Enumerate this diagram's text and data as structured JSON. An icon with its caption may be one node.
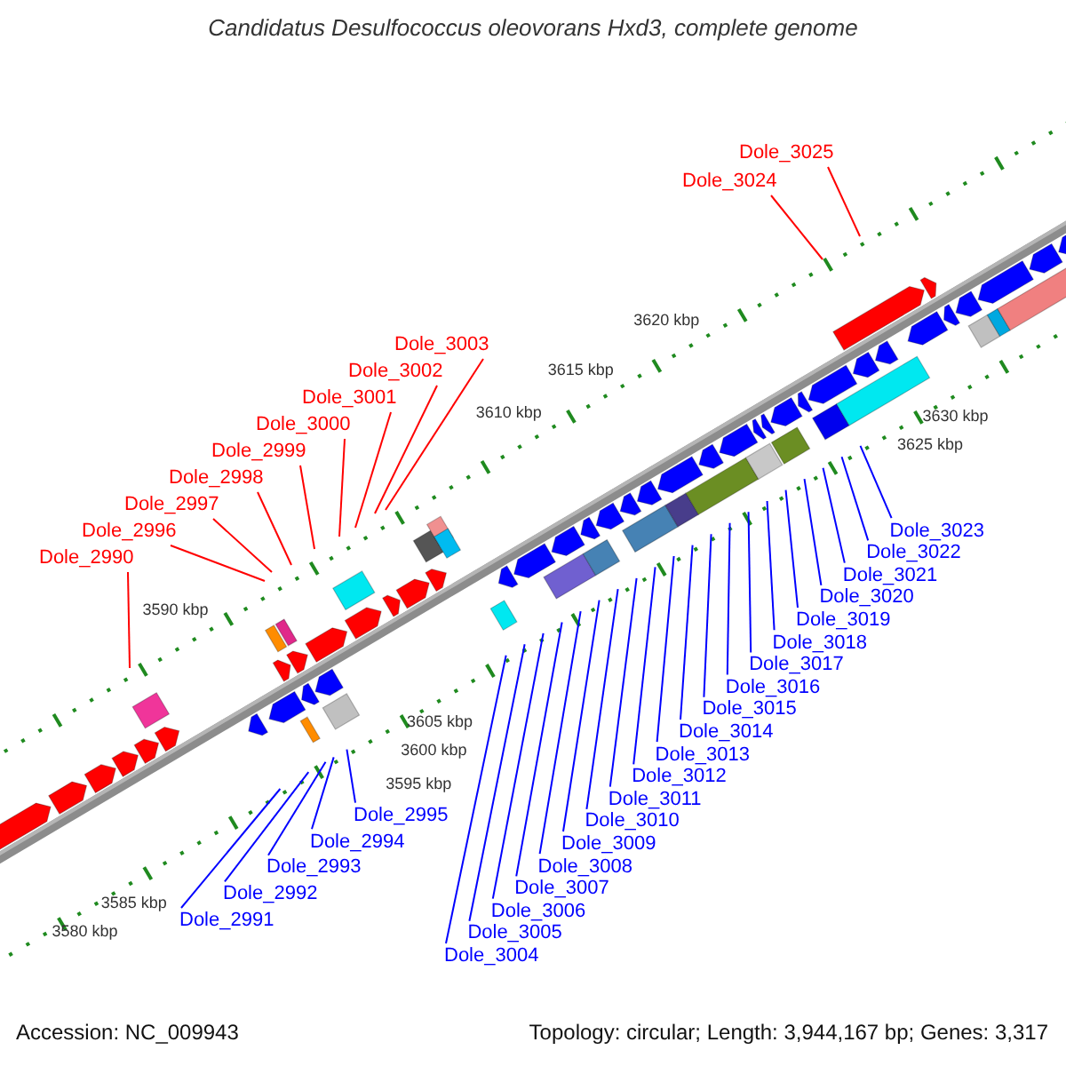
{
  "diagram": {
    "title": "Candidatus Desulfococcus oleovorans Hxd3, complete genome",
    "nodes": [
      {
        "text": [
          "Dole_3025"
        ]
      },
      {
        "text": [
          "Dole_3024"
        ]
      },
      {
        "text": [
          "Dole_3003"
        ]
      },
      {
        "text": [
          "Dole_3002"
        ]
      },
      {
        "text": [
          "Dole_3001"
        ]
      },
      {
        "text": [
          "Dole_3000"
        ]
      },
      {
        "text": [
          "Dole_2999"
        ]
      },
      {
        "text": [
          "Dole_2998"
        ]
      },
      {
        "text": [
          "Dole_2997"
        ]
      },
      {
        "text": [
          "Dole_2996"
        ]
      },
      {
        "text": [
          "Dole_2990"
        ]
      },
      {
        "text": [
          "Dole_3023"
        ]
      },
      {
        "text": [
          "Dole_3022"
        ]
      },
      {
        "text": [
          "Dole_3021"
        ]
      },
      {
        "text": [
          "Dole_3018"
        ]
      },
      {
        "text": [
          "Dole_3015"
        ]
      },
      {
        "text": [
          "Dole_3019"
        ]
      },
      {
        "text": [
          "Dole_3012"
        ]
      },
      {
        "text": [
          "Dole_3016"
        ]
      },
      {
        "text": [
          "Dole_3010"
        ]
      },
      {
        "text": [
          "Dole_3013"
        ]
      },
      {
        "text": [
          "Dole_3017"
        ]
      },
      {
        "text": [
          "Dole_3011"
        ]
      },
      {
        "text": [
          "Dole_3014"
        ]
      },
      {
        "text": [
          "Dole_3007"
        ]
      },
      {
        "text": [
          "Dole_3020"
        ]
      },
      {
        "text": [
          "Dole_3006"
        ]
      },
      {
        "text": [
          "Dole_3008"
        ]
      },
      {
        "text": [
          "Dole_3005"
        ]
      },
      {
        "text": [
          "Dole_3009"
        ]
      },
      {
        "text": [
          "Dole_3004"
        ]
      },
      {
        "text": [
          "Dole_2995"
        ]
      },
      {
        "text": [
          "Dole_2994"
        ]
      },
      {
        "text": [
          "Dole_2993"
        ]
      },
      {
        "text": [
          "Dole_2992"
        ]
      },
      {
        "text": [
          "Dole_2991"
        ]
      }
    ],
    "edges": [
      {
        "from": 0,
        "to": null,
        "arrow": "none",
        "color": "#ff0000"
      },
      {
        "from": 1,
        "to": null,
        "arrow": "none",
        "color": "#ff0000"
      },
      {
        "from": 2,
        "to": null,
        "arrow": "none",
        "color": "#ff0000"
      },
      {
        "from": 3,
        "to": null,
        "arrow": "none",
        "color": "#ff0000"
      },
      {
        "from": 4,
        "to": null,
        "arrow": "none",
        "color": "#ff0000"
      },
      {
        "from": 5,
        "to": null,
        "arrow": "none",
        "color": "#ff0000"
      },
      {
        "from": 6,
        "to": null,
        "arrow": "none",
        "color": "#ff0000"
      },
      {
        "from": 7,
        "to": null,
        "arrow": "none",
        "color": "#ff0000"
      },
      {
        "from": 8,
        "to": null,
        "arrow": "none",
        "color": "#ff0000"
      },
      {
        "from": 9,
        "to": null,
        "arrow": "none",
        "color": "#ff0000"
      },
      {
        "from": 10,
        "to": null,
        "arrow": "none",
        "color": "#ff0000"
      },
      {
        "from": 11,
        "to": null,
        "arrow": "none"
      },
      {
        "from": 12,
        "to": null,
        "arrow": "none"
      },
      {
        "from": 13,
        "to": null,
        "arrow": "none"
      },
      {
        "from": 14,
        "to": null,
        "arrow": "none"
      },
      {
        "from": 15,
        "to": null,
        "arrow": "none"
      },
      {
        "from": 16,
        "to": null,
        "arrow": "none"
      },
      {
        "from": 17,
        "to": null,
        "arrow": "none"
      },
      {
        "from": 18,
        "to": null,
        "arrow": "none"
      },
      {
        "from": 19,
        "to": null,
        "arrow": "none"
      },
      {
        "from": 20,
        "to": null,
        "arrow": "none"
      },
      {
        "from": 21,
        "to": null,
        "arrow": "none"
      },
      {
        "from": 22,
        "to": null,
        "arrow": "none"
      },
      {
        "from": 23,
        "to": null,
        "arrow": "none"
      },
      {
        "from": 24,
        "to": null,
        "arrow": "none"
      },
      {
        "from": 25,
        "to": null,
        "arrow": "none"
      },
      {
        "from": 26,
        "to": null,
        "arrow": "none"
      },
      {
        "from": 27,
        "to": null,
        "arrow": "none"
      },
      {
        "from": 28,
        "to": null,
        "arrow": "none"
      },
      {
        "from": 29,
        "to": null,
        "arrow": "none"
      },
      {
        "from": 30,
        "to": null,
        "arrow": "none"
      },
      {
        "from": 31,
        "to": null,
        "arrow": "none"
      },
      {
        "from": 32,
        "to": null,
        "arrow": "none"
      },
      {
        "from": 33,
        "to": null,
        "arrow": "none"
      },
      {
        "from": 34,
        "to": null,
        "arrow": "none"
      },
      {
        "from": 35,
        "to": null,
        "arrow": "none"
      }
    ],
    "labels": [
      "3630 kbp",
      "3625 kbp",
      "3620 kbp",
      "3615 kbp",
      "3610 kbp",
      "3605 kbp",
      "3600 kbp",
      "3595 kbp",
      "3590 kbp",
      "3585 kbp",
      "3580 kbp",
      "Accession: NC_009943",
      "Topology: circular; Length: 3,944,167 bp; Genes: 3,317"
    ]
  }
}
